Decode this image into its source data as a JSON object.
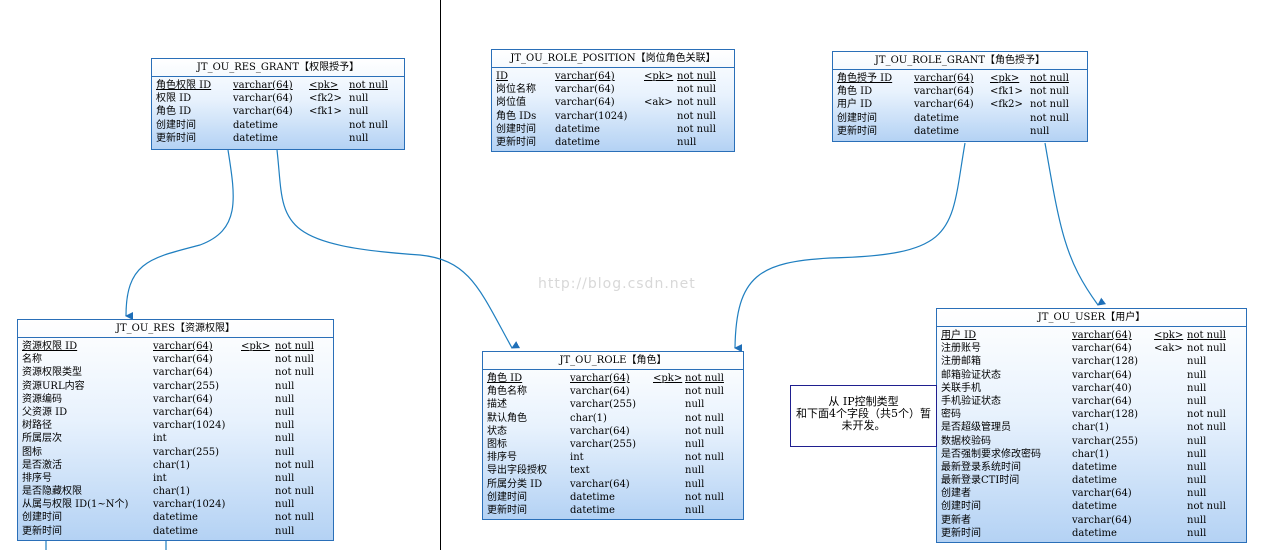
{
  "watermark": "http://blog.csdn.net",
  "note": {
    "line1": "从  IP控制类型",
    "line2": "和下面4个字段（共5个）暂",
    "line3": "未开发。"
  },
  "entities": {
    "res_grant": {
      "title": "JT_OU_RES_GRANT【权限授予】",
      "rows": [
        {
          "name": "角色权限 ID",
          "type": "varchar(64)",
          "key": "<pk>",
          "null": "not null",
          "pk": true
        },
        {
          "name": "权限 ID",
          "type": "varchar(64)",
          "key": "<fk2>",
          "null": "null"
        },
        {
          "name": "角色 ID",
          "type": "varchar(64)",
          "key": "<fk1>",
          "null": "null"
        },
        {
          "name": "创建时间",
          "type": "datetime",
          "key": "",
          "null": "not null"
        },
        {
          "name": "更新时间",
          "type": "datetime",
          "key": "",
          "null": "null"
        }
      ]
    },
    "role_position": {
      "title": "JT_OU_ROLE_POSITION【岗位角色关联】",
      "rows": [
        {
          "name": "ID",
          "type": "varchar(64)",
          "key": "<pk>",
          "null": "not null",
          "pk": true
        },
        {
          "name": "岗位名称",
          "type": "varchar(64)",
          "key": "",
          "null": "not null"
        },
        {
          "name": "岗位值",
          "type": "varchar(64)",
          "key": "<ak>",
          "null": "not null"
        },
        {
          "name": "角色 IDs",
          "type": "varchar(1024)",
          "key": "",
          "null": "not null"
        },
        {
          "name": "创建时间",
          "type": "datetime",
          "key": "",
          "null": "not null"
        },
        {
          "name": "更新时间",
          "type": "datetime",
          "key": "",
          "null": "null"
        }
      ]
    },
    "role_grant": {
      "title": "JT_OU_ROLE_GRANT【角色授予】",
      "rows": [
        {
          "name": "角色授予 ID",
          "type": "varchar(64)",
          "key": "<pk>",
          "null": "not null",
          "pk": true
        },
        {
          "name": "角色 ID",
          "type": "varchar(64)",
          "key": "<fk1>",
          "null": "not null"
        },
        {
          "name": "用户 ID",
          "type": "varchar(64)",
          "key": "<fk2>",
          "null": "not null"
        },
        {
          "name": "创建时间",
          "type": "datetime",
          "key": "",
          "null": "not null"
        },
        {
          "name": "更新时间",
          "type": "datetime",
          "key": "",
          "null": "null"
        }
      ]
    },
    "res": {
      "title": "JT_OU_RES【资源权限】",
      "rows": [
        {
          "name": "资源权限 ID",
          "type": "varchar(64)",
          "key": "<pk>",
          "null": "not null",
          "pk": true
        },
        {
          "name": "名称",
          "type": "varchar(64)",
          "key": "",
          "null": "not null"
        },
        {
          "name": "资源权限类型",
          "type": "varchar(64)",
          "key": "",
          "null": "not null"
        },
        {
          "name": "资源URL内容",
          "type": "varchar(255)",
          "key": "",
          "null": "null"
        },
        {
          "name": "资源编码",
          "type": "varchar(64)",
          "key": "",
          "null": "null"
        },
        {
          "name": "父资源 ID",
          "type": "varchar(64)",
          "key": "",
          "null": "null"
        },
        {
          "name": "树路径",
          "type": "varchar(1024)",
          "key": "",
          "null": "null"
        },
        {
          "name": "所属层次",
          "type": "int",
          "key": "",
          "null": "null"
        },
        {
          "name": "图标",
          "type": "varchar(255)",
          "key": "",
          "null": "null"
        },
        {
          "name": "是否激活",
          "type": "char(1)",
          "key": "",
          "null": "not null"
        },
        {
          "name": "排序号",
          "type": "int",
          "key": "",
          "null": "null"
        },
        {
          "name": "是否隐藏权限",
          "type": "char(1)",
          "key": "",
          "null": "not null"
        },
        {
          "name": "从属与权限 ID(1~N个)",
          "type": "varchar(1024)",
          "key": "",
          "null": "null"
        },
        {
          "name": "创建时间",
          "type": "datetime",
          "key": "",
          "null": "not null"
        },
        {
          "name": "更新时间",
          "type": "datetime",
          "key": "",
          "null": "null"
        }
      ]
    },
    "role": {
      "title": "JT_OU_ROLE【角色】",
      "rows": [
        {
          "name": "角色 ID",
          "type": "varchar(64)",
          "key": "<pk>",
          "null": "not null",
          "pk": true
        },
        {
          "name": "角色名称",
          "type": "varchar(64)",
          "key": "",
          "null": "not null"
        },
        {
          "name": "描述",
          "type": "varchar(255)",
          "key": "",
          "null": "null"
        },
        {
          "name": "默认角色",
          "type": "char(1)",
          "key": "",
          "null": "not null"
        },
        {
          "name": "状态",
          "type": "varchar(64)",
          "key": "",
          "null": "not null"
        },
        {
          "name": "图标",
          "type": "varchar(255)",
          "key": "",
          "null": "null"
        },
        {
          "name": "排序号",
          "type": "int",
          "key": "",
          "null": "not null"
        },
        {
          "name": "导出字段授权",
          "type": "text",
          "key": "",
          "null": "null"
        },
        {
          "name": "所属分类 ID",
          "type": "varchar(64)",
          "key": "",
          "null": "null"
        },
        {
          "name": "创建时间",
          "type": "datetime",
          "key": "",
          "null": "not null"
        },
        {
          "name": "更新时间",
          "type": "datetime",
          "key": "",
          "null": "null"
        }
      ]
    },
    "user": {
      "title": "JT_OU_USER【用户】",
      "rows": [
        {
          "name": "用户 ID",
          "type": "varchar(64)",
          "key": "<pk>",
          "null": "not null",
          "pk": true
        },
        {
          "name": "注册账号",
          "type": "varchar(64)",
          "key": "<ak>",
          "null": "not null"
        },
        {
          "name": "注册邮箱",
          "type": "varchar(128)",
          "key": "",
          "null": "null"
        },
        {
          "name": "邮箱验证状态",
          "type": "varchar(64)",
          "key": "",
          "null": "null"
        },
        {
          "name": "关联手机",
          "type": "varchar(40)",
          "key": "",
          "null": "null"
        },
        {
          "name": "手机验证状态",
          "type": "varchar(64)",
          "key": "",
          "null": "null"
        },
        {
          "name": "密码",
          "type": "varchar(128)",
          "key": "",
          "null": "not null"
        },
        {
          "name": "是否超级管理员",
          "type": "char(1)",
          "key": "",
          "null": "not null"
        },
        {
          "name": "数据校验码",
          "type": "varchar(255)",
          "key": "",
          "null": "null"
        },
        {
          "name": "是否强制要求修改密码",
          "type": "char(1)",
          "key": "",
          "null": "null"
        },
        {
          "name": "最新登录系统时间",
          "type": "datetime",
          "key": "",
          "null": "null"
        },
        {
          "name": "最新登录CTI时间",
          "type": "datetime",
          "key": "",
          "null": "null"
        },
        {
          "name": "创建者",
          "type": "varchar(64)",
          "key": "",
          "null": "null"
        },
        {
          "name": "创建时间",
          "type": "datetime",
          "key": "",
          "null": "not null"
        },
        {
          "name": "更新者",
          "type": "varchar(64)",
          "key": "",
          "null": "null"
        },
        {
          "name": "更新时间",
          "type": "datetime",
          "key": "",
          "null": "null"
        }
      ]
    }
  }
}
